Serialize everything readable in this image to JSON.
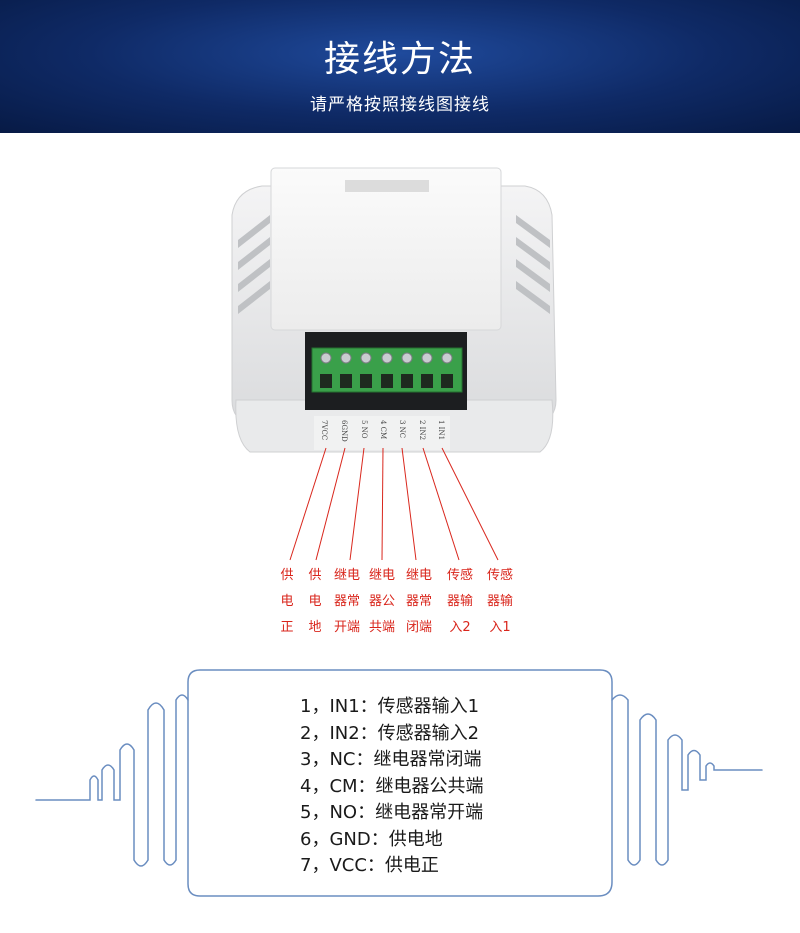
{
  "header": {
    "title": "接线方法",
    "subtitle": "请严格按照接线图接线"
  },
  "terminals": [
    "7VCC",
    "6GND",
    "5 NO",
    "4 CM",
    "3 NC",
    "2 IN2",
    "1 IN1"
  ],
  "labels": [
    {
      "l1": "供",
      "l2": "电",
      "l3": "正"
    },
    {
      "l1": "供",
      "l2": "电",
      "l3": "地"
    },
    {
      "l1": "继电",
      "l2": "器常",
      "l3": "开端"
    },
    {
      "l1": "继电",
      "l2": "器公",
      "l3": "共端"
    },
    {
      "l1": "继电",
      "l2": "器常",
      "l3": "闭端"
    },
    {
      "l1": "传感",
      "l2": "器输",
      "l3": "入2"
    },
    {
      "l1": "传感",
      "l2": "器输",
      "l3": "入1"
    }
  ],
  "wiring": [
    "1，IN1：传感器输入1",
    "2，IN2：传感器输入2",
    "3，NC：继电器常闭端",
    "4，CM：继电器公共端",
    "5，NO：继电器常开端",
    "6，GND：供电地",
    "7，VCC：供电正"
  ],
  "colors": {
    "header_bg": "#0f2a66",
    "label_red": "#d9261c",
    "frame_blue": "#6a8dc0",
    "terminal_green": "#3aa04a"
  }
}
